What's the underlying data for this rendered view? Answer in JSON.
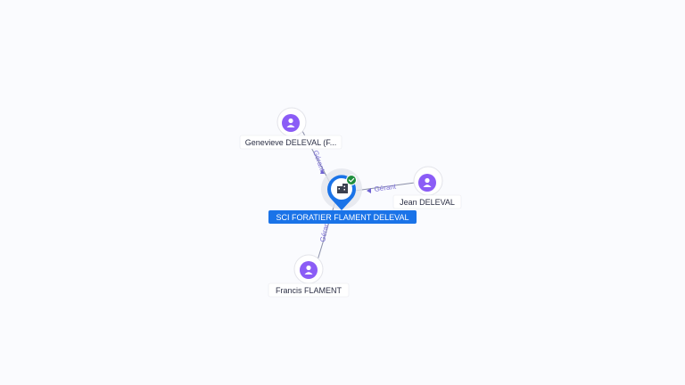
{
  "graph": {
    "company": {
      "name": "SCI FORATIER FLAMENT DELEVAL",
      "icon": "building-icon",
      "badge": "check-icon",
      "color": "#1a73e8",
      "badge_color": "#1e8e3e"
    },
    "people": [
      {
        "id": "genevieve",
        "name": "Genevieve DELEVAL (F...",
        "icon": "person-icon"
      },
      {
        "id": "jean",
        "name": "Jean DELEVAL",
        "icon": "person-icon"
      },
      {
        "id": "francis",
        "name": "Francis FLAMENT",
        "icon": "person-icon"
      }
    ],
    "relations": [
      {
        "from": "genevieve",
        "label": "Gérant"
      },
      {
        "from": "jean",
        "label": "Gérant"
      },
      {
        "from": "francis",
        "label": "Gérant"
      }
    ],
    "person_color": "#8b5cf6"
  }
}
